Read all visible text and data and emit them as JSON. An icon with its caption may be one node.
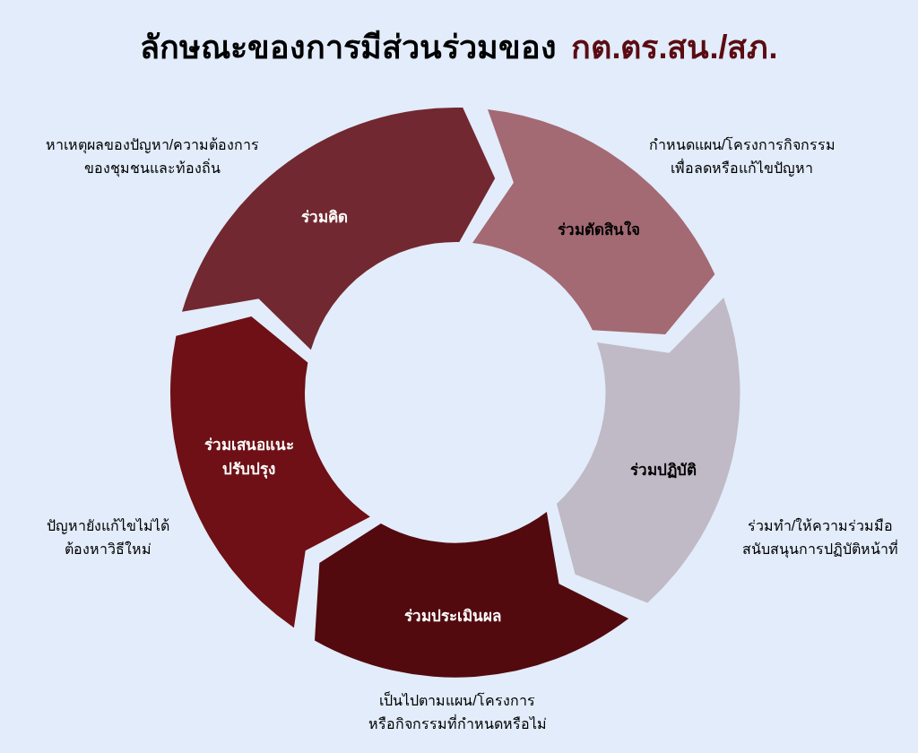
{
  "diagram": {
    "title": "ลักษณะของการมีส่วนร่วมของ",
    "nodes": [
      {
        "text": [
          "ร่วมคิด"
        ],
        "beside": [
          "หาเหตุผลของปัญหา/ความต้องการ ของชุมชนและท้องถิ่น"
        ]
      },
      {
        "text": [
          "ร่วมตัดสินใจ"
        ],
        "beside": [
          "กำหนดแผน/โครงการกิจกรรม เพื่อลดหรือแก้ไขปัญหา"
        ]
      },
      {
        "text": [
          "ร่วมปฏิบัติ"
        ],
        "beside": [
          "ร่วมทำ/ให้ความร่วมมือ สนับสนุนการปฏิบัติหน้าที่"
        ]
      },
      {
        "text": [
          "ร่วมประเมินผล"
        ],
        "beside": [
          "เป็นไปตามแผน/โครงการ หรือกิจกรรมที่กำหนดหรือไม่"
        ]
      },
      {
        "text": [
          "ร่วมเสนอแนะ ปรับปรุง"
        ],
        "beside": [
          "ปัญหายังแก้ไขไม่ได้ ต้องหาวิธีใหม่"
        ]
      }
    ],
    "labels": [
      "กต.ตร.สน./สภ."
    ]
  }
}
